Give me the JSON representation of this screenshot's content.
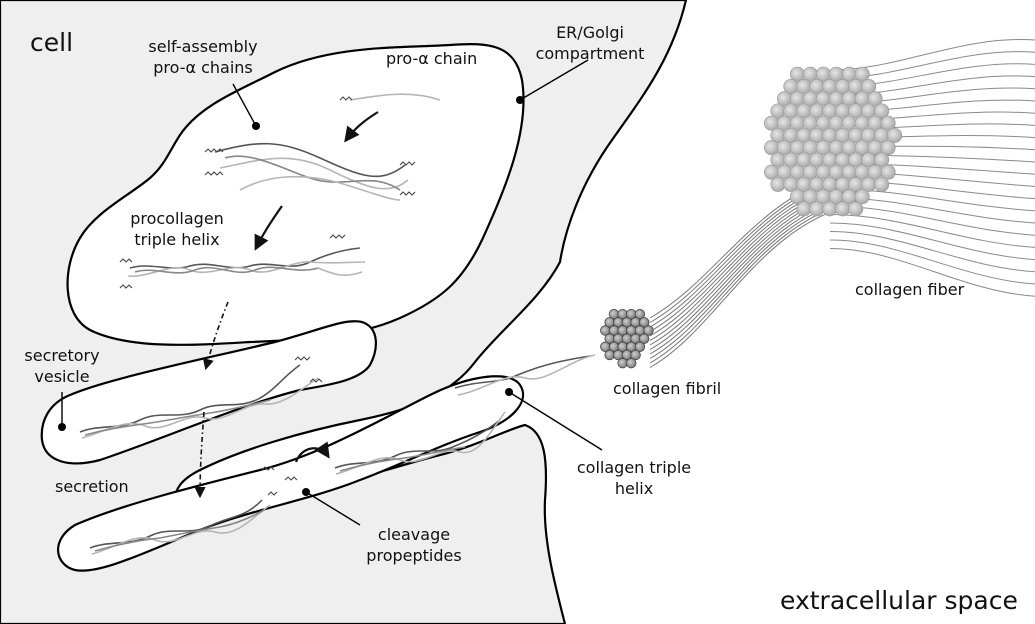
{
  "labels": {
    "cell": "cell",
    "self_assembly": [
      "self-assembly",
      "pro-α chains"
    ],
    "pro_alpha_chain": "pro-α chain",
    "er_golgi": [
      "ER/Golgi",
      "compartment"
    ],
    "procollagen": [
      "procollagen",
      "triple helix"
    ],
    "secretory_vesicle": [
      "secretory",
      "vesicle"
    ],
    "secretion": "secretion",
    "cleavage": [
      "cleavage",
      "propeptides"
    ],
    "collagen_fibril": "collagen fibril",
    "collagen_triple_helix": [
      "collagen triple",
      "helix"
    ],
    "collagen_fiber": "collagen fiber",
    "extracellular_space": "extracellular space"
  },
  "colors": {
    "cell_fill": "#efefef",
    "compartment_fill": "#ffffff",
    "outline": "#000000",
    "strand_dark": "#555555",
    "strand_light": "#b5b5b5",
    "sphere_fill": "#bdbdbd"
  }
}
